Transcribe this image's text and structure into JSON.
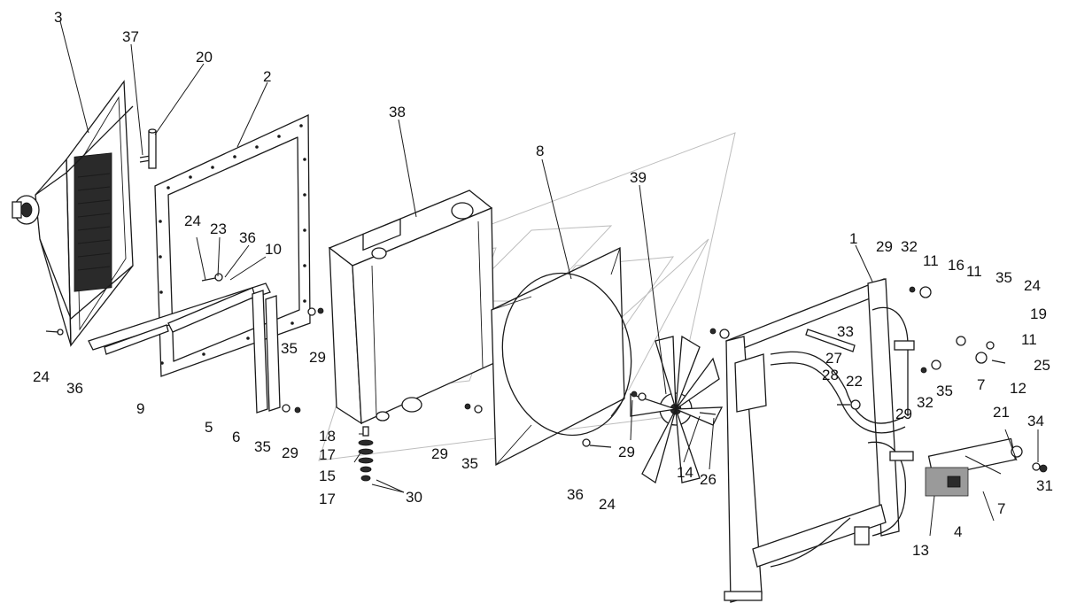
{
  "diagram": {
    "callouts": [
      {
        "n": "3"
      },
      {
        "n": "37"
      },
      {
        "n": "20"
      },
      {
        "n": "2"
      },
      {
        "n": "38"
      },
      {
        "n": "8"
      },
      {
        "n": "39"
      },
      {
        "n": "1"
      },
      {
        "n": "29"
      },
      {
        "n": "32"
      },
      {
        "n": "11"
      },
      {
        "n": "16"
      },
      {
        "n": "11"
      },
      {
        "n": "35"
      },
      {
        "n": "24"
      },
      {
        "n": "19"
      },
      {
        "n": "11"
      },
      {
        "n": "25"
      },
      {
        "n": "12"
      },
      {
        "n": "7"
      },
      {
        "n": "35"
      },
      {
        "n": "32"
      },
      {
        "n": "29"
      },
      {
        "n": "33"
      },
      {
        "n": "27"
      },
      {
        "n": "28"
      },
      {
        "n": "22"
      },
      {
        "n": "24"
      },
      {
        "n": "23"
      },
      {
        "n": "36"
      },
      {
        "n": "10"
      },
      {
        "n": "35"
      },
      {
        "n": "29"
      },
      {
        "n": "24"
      },
      {
        "n": "36"
      },
      {
        "n": "9"
      },
      {
        "n": "5"
      },
      {
        "n": "6"
      },
      {
        "n": "35"
      },
      {
        "n": "29"
      },
      {
        "n": "18"
      },
      {
        "n": "17"
      },
      {
        "n": "15"
      },
      {
        "n": "17"
      },
      {
        "n": "30"
      },
      {
        "n": "29"
      },
      {
        "n": "35"
      },
      {
        "n": "36"
      },
      {
        "n": "24"
      },
      {
        "n": "29"
      },
      {
        "n": "14"
      },
      {
        "n": "26"
      },
      {
        "n": "21"
      },
      {
        "n": "34"
      },
      {
        "n": "31"
      },
      {
        "n": "7"
      },
      {
        "n": "4"
      },
      {
        "n": "13"
      }
    ]
  }
}
